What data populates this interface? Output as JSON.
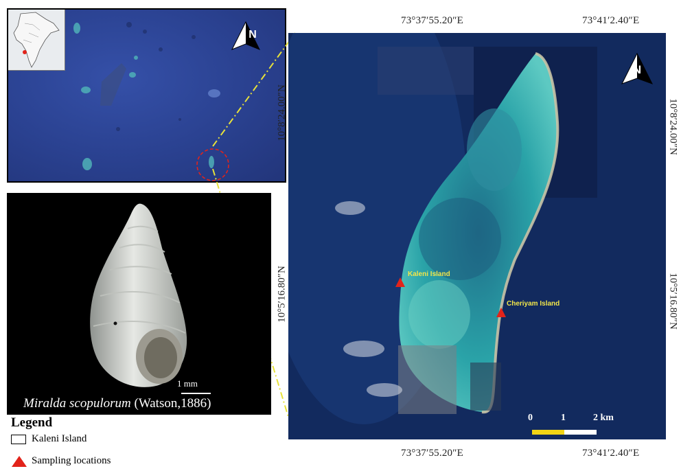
{
  "coords": {
    "top_left": "73°37′55.20″E",
    "top_right": "73°41′2.40″E",
    "bottom_left": "73°37′55.20″E",
    "bottom_right": "73°41′2.40″E",
    "left_upper": "10°8′24.00″N",
    "left_lower": "10°5′16.80″N",
    "right_upper": "10°8′24.00″N",
    "right_lower": "10°5′16.80″N"
  },
  "inset": {
    "north_letter": "N"
  },
  "shell": {
    "scale_label": "1 mm",
    "species_name": "Miralda scopulorum",
    "species_author": " (Watson,1886)"
  },
  "map": {
    "north_letter": "N",
    "site1": "Kaleni Island",
    "site2": "Cheriyam Island",
    "scale_0": "0",
    "scale_1": "1",
    "scale_2": "2 km",
    "colors": {
      "scale_dark": "#f2d415",
      "scale_light": "#ffffff",
      "marker": "#e2231a",
      "label": "#f2e64a"
    }
  },
  "legend": {
    "title": "Legend",
    "item1": "Kaleni Island",
    "item2": "Sampling locations"
  }
}
